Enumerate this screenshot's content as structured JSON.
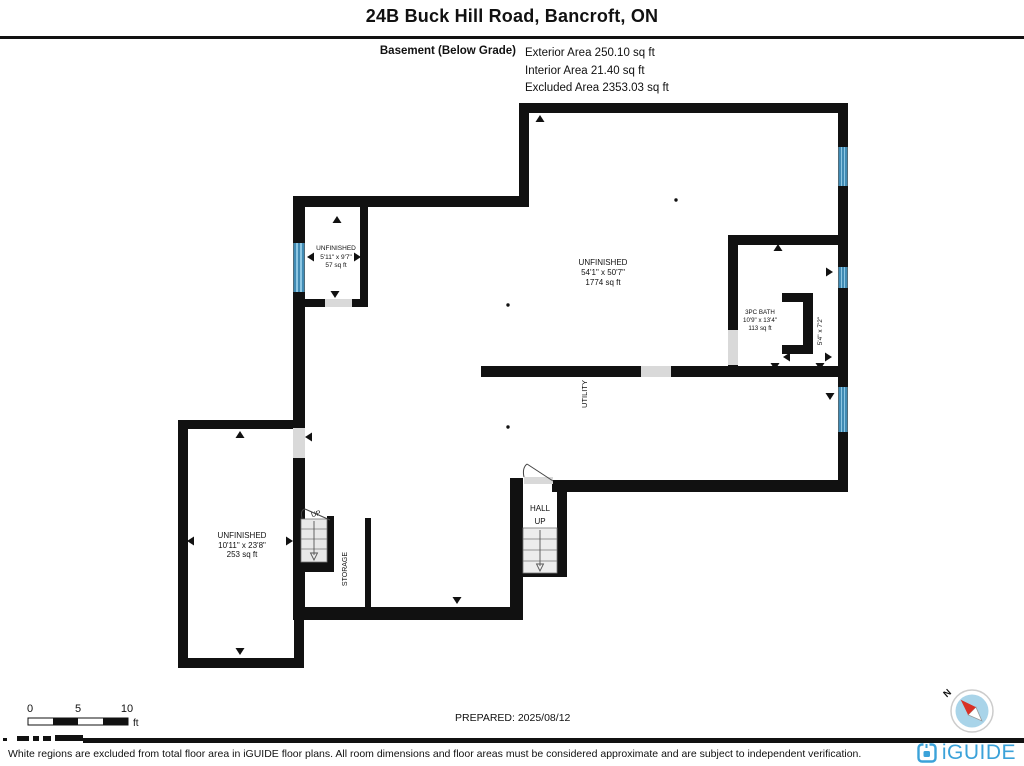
{
  "title": "24B Buck Hill Road, Bancroft, ON",
  "header": {
    "floor_label": "Basement (Below Grade)",
    "area_lines": [
      "Exterior Area 250.10 sq ft",
      "Interior Area 21.40 sq ft",
      "Excluded Area 2353.03 sq ft"
    ]
  },
  "rooms": {
    "unfinished_small": {
      "name": "UNFINISHED",
      "dims": "5'11\" x 9'7\"",
      "area": "57 sq ft"
    },
    "unfinished_main": {
      "name": "UNFINISHED",
      "dims": "54'1\" x 50'7\"",
      "area": "1774 sq ft"
    },
    "bath": {
      "name": "3PC BATH",
      "dims": "10'9\" x 13'4\"",
      "area": "113 sq ft"
    },
    "storage_bath": {
      "name": "STORAGE",
      "dims": "5'4\" x 7'2\""
    },
    "utility": {
      "name": "UTILITY"
    },
    "unfinished_lower": {
      "name": "UNFINISHED",
      "dims": "10'11\" x 23'8\"",
      "area": "253 sq ft"
    },
    "hall": {
      "name": "HALL",
      "sub": "UP"
    },
    "stairs_up": {
      "name": "UP"
    },
    "storage_lower": {
      "name": "STORAGE"
    }
  },
  "scale_bar": {
    "ticks": [
      "0",
      "5",
      "10"
    ],
    "unit": "ft"
  },
  "prepared": "PREPARED: 2025/08/12",
  "compass": {
    "label": "N"
  },
  "footer": {
    "disclaimer": "White regions are excluded from total floor area in iGUIDE floor plans. All room dimensions and floor areas must be considered approximate and are subject to independent verification.",
    "brand": "iGUIDE"
  },
  "colors": {
    "wall": "#111111",
    "window_blue": "#8EC7E3",
    "window_stripe": "#2E7CA8",
    "door_gray": "#D9D9D9",
    "stair_gray": "#E8E8E8",
    "brand_blue": "#3BA2D9",
    "needle_red": "#D93025",
    "compass_blue": "#A9D4E9"
  }
}
